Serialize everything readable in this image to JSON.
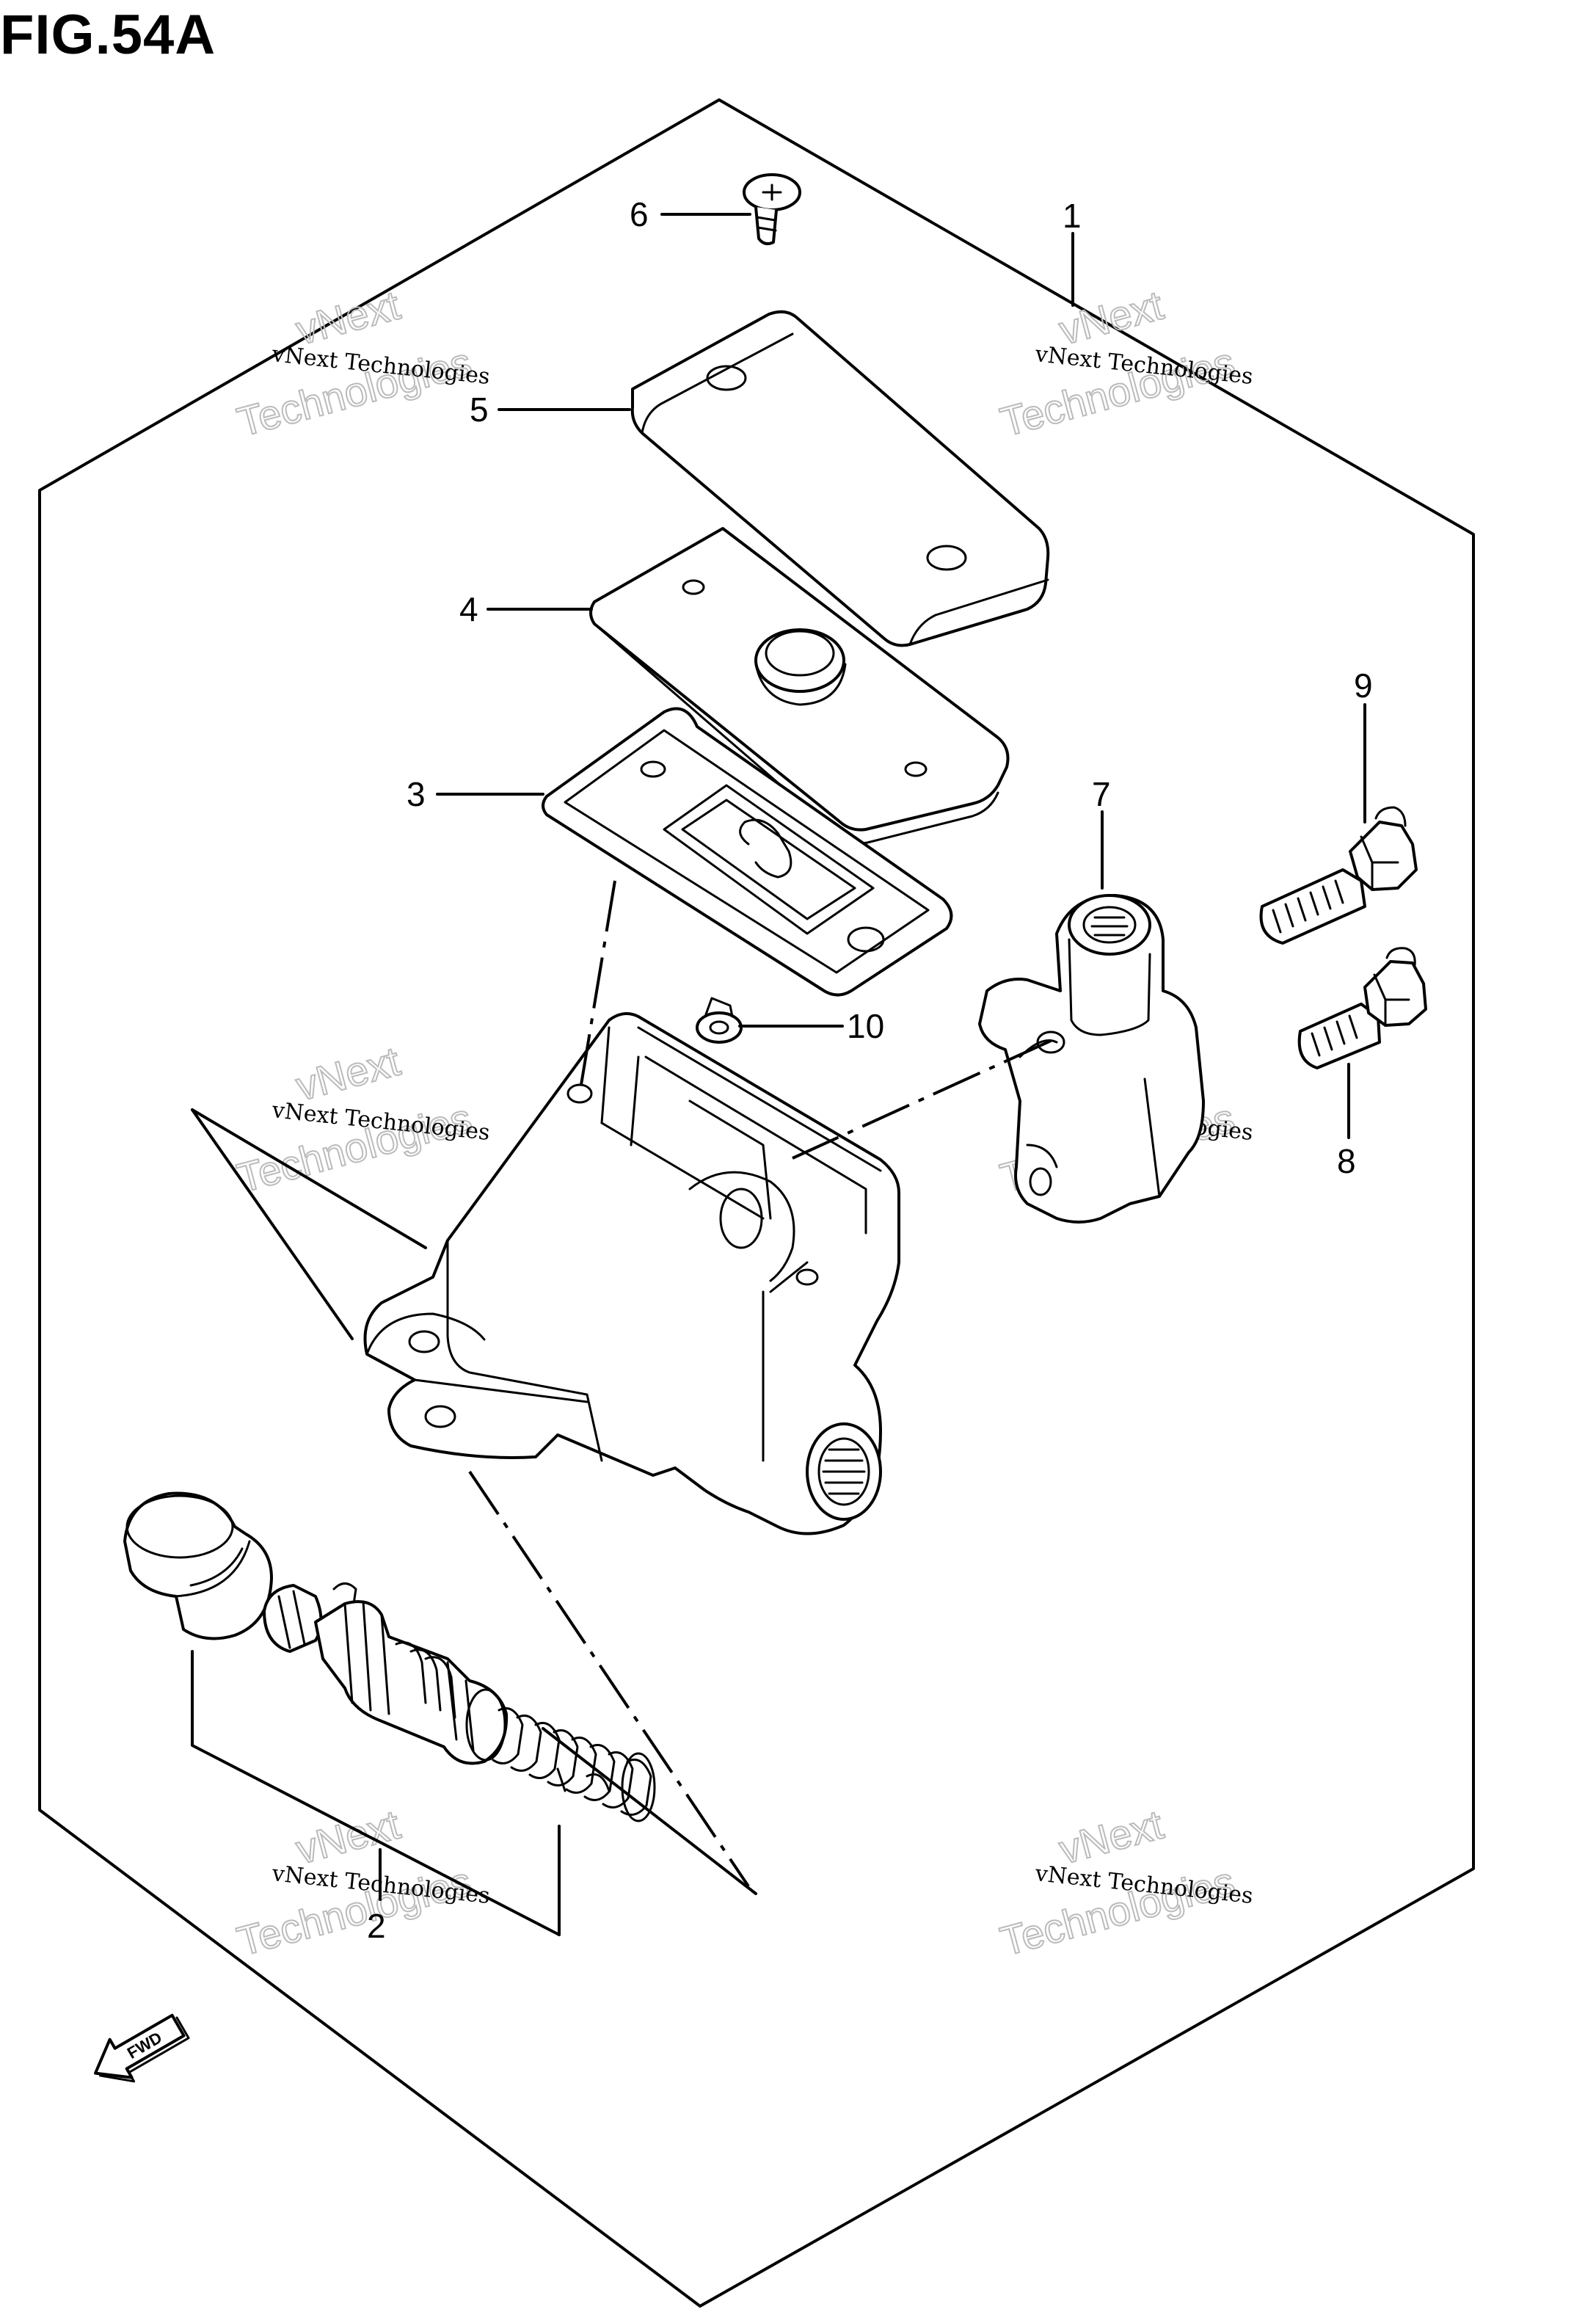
{
  "figure": {
    "title": "FIG.54A"
  },
  "callouts": [
    {
      "id": "1",
      "label": "1"
    },
    {
      "id": "2",
      "label": "2"
    },
    {
      "id": "3",
      "label": "3"
    },
    {
      "id": "4",
      "label": "4"
    },
    {
      "id": "5",
      "label": "5"
    },
    {
      "id": "6",
      "label": "6"
    },
    {
      "id": "7",
      "label": "7"
    },
    {
      "id": "8",
      "label": "8"
    },
    {
      "id": "9",
      "label": "9"
    },
    {
      "id": "10",
      "label": "10"
    }
  ],
  "watermark": {
    "line1": "vNext Technologies",
    "line2a": "vNext",
    "line2b": "Technologies"
  },
  "direction_marker": {
    "label": "FWD"
  }
}
